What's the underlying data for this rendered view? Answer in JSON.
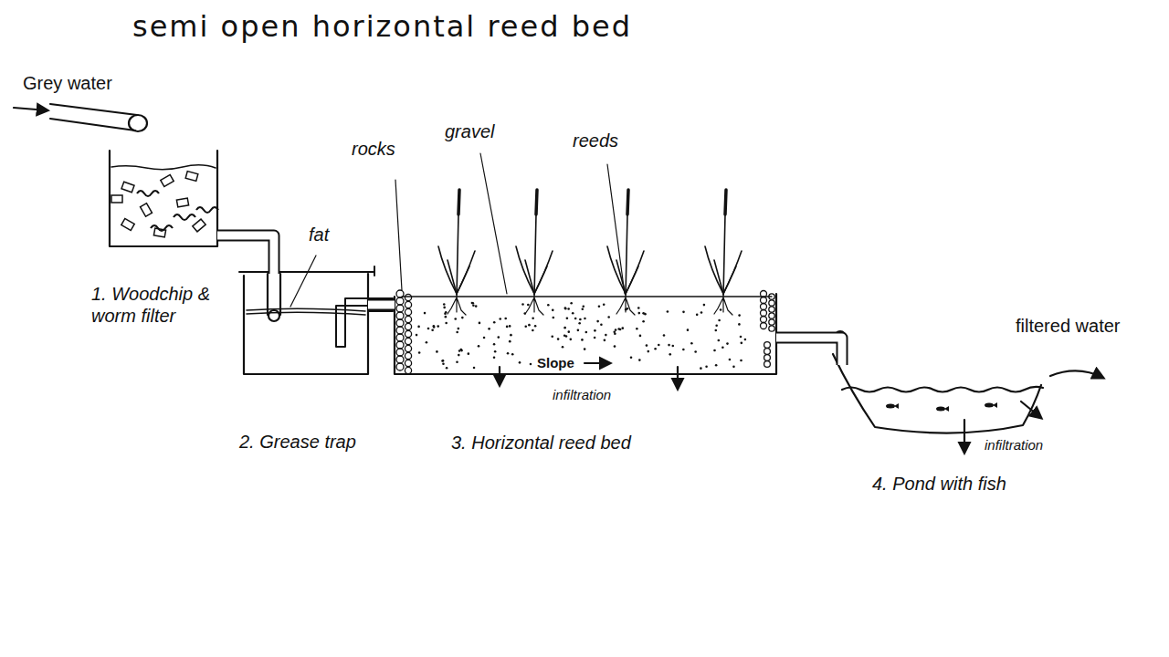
{
  "diagram": {
    "title": "semi open horizontal reed bed",
    "nodes": [
      {
        "text": [
          "1. Woodchip & worm filter"
        ]
      },
      {
        "text": [
          "2. Grease trap"
        ]
      },
      {
        "text": [
          "3. Horizontal reed bed"
        ]
      },
      {
        "text": [
          "4. Pond with fish"
        ]
      }
    ],
    "edges": [
      {
        "from": 0,
        "to": 1,
        "arrow": "none"
      },
      {
        "from": 1,
        "to": 2,
        "arrow": "none"
      },
      {
        "from": 2,
        "to": 3,
        "arrow": "none"
      }
    ],
    "labels": [
      "Grey water",
      "rocks",
      "gravel",
      "reeds",
      "fat",
      "Slope",
      "infiltration",
      "filtered water",
      "infiltration"
    ]
  }
}
